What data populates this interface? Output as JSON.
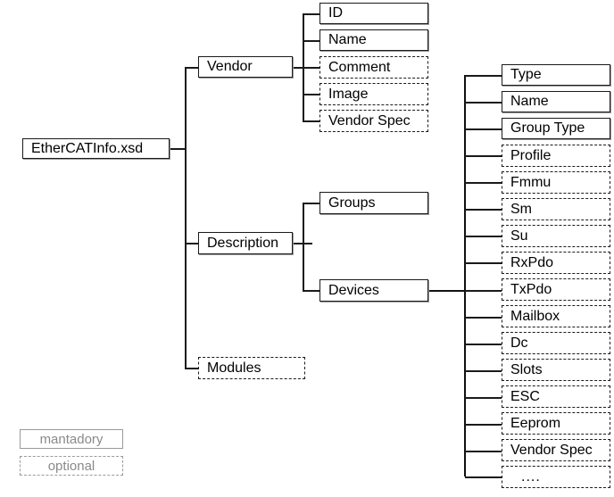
{
  "diagram": {
    "title_node": {
      "label": "EtherCATInfo.xsd",
      "type": "mandatory"
    },
    "level1": [
      {
        "label": "Vendor",
        "type": "mandatory"
      },
      {
        "label": "Description",
        "type": "mandatory"
      },
      {
        "label": "Modules",
        "type": "optional"
      }
    ],
    "vendor_children": [
      {
        "label": "ID",
        "type": "mandatory"
      },
      {
        "label": "Name",
        "type": "mandatory"
      },
      {
        "label": "Comment",
        "type": "optional"
      },
      {
        "label": "Image",
        "type": "optional"
      },
      {
        "label": "Vendor Spec",
        "type": "optional"
      }
    ],
    "description_children": [
      {
        "label": "Groups",
        "type": "mandatory"
      },
      {
        "label": "Devices",
        "type": "mandatory"
      }
    ],
    "device_children": [
      {
        "label": "Type",
        "type": "mandatory"
      },
      {
        "label": "Name",
        "type": "mandatory"
      },
      {
        "label": "Group Type",
        "type": "mandatory"
      },
      {
        "label": "Profile",
        "type": "optional"
      },
      {
        "label": "Fmmu",
        "type": "optional"
      },
      {
        "label": "Sm",
        "type": "optional"
      },
      {
        "label": "Su",
        "type": "optional"
      },
      {
        "label": "RxPdo",
        "type": "optional"
      },
      {
        "label": "TxPdo",
        "type": "optional"
      },
      {
        "label": "Mailbox",
        "type": "optional"
      },
      {
        "label": "Dc",
        "type": "optional"
      },
      {
        "label": "Slots",
        "type": "optional"
      },
      {
        "label": "ESC",
        "type": "optional"
      },
      {
        "label": "Eeprom",
        "type": "optional"
      },
      {
        "label": "Vendor Spec",
        "type": "optional"
      },
      {
        "label": "....",
        "type": "optional"
      }
    ],
    "legend": [
      {
        "label": "mantadory",
        "type": "mandatory"
      },
      {
        "label": "optional",
        "type": "optional"
      }
    ],
    "colors": {
      "line": "#1a1a1a",
      "legend_text": "#8a8a8a",
      "box_border": "#1a1a1a",
      "background": "#ffffff"
    }
  }
}
